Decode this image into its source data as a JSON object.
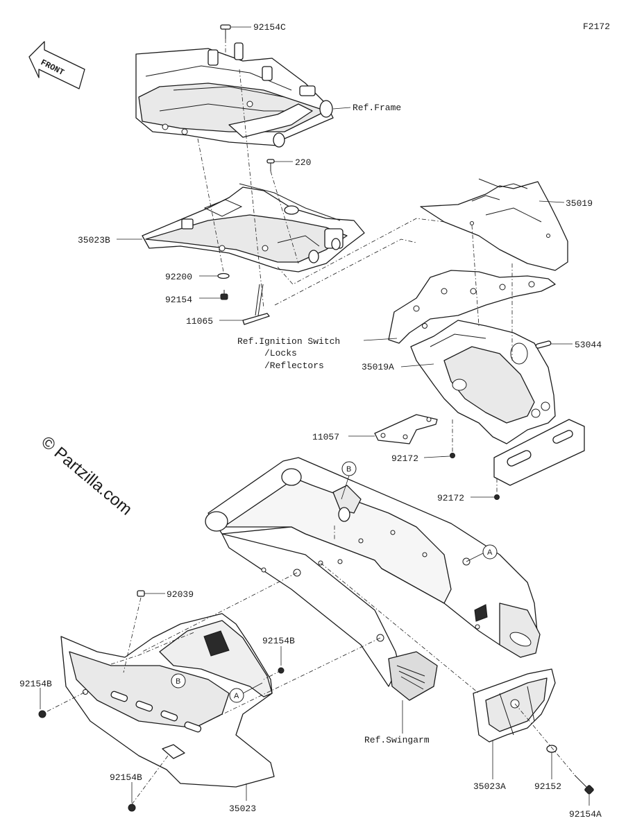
{
  "figure": {
    "code": "F2172",
    "front_arrow": "FRONT",
    "watermark": "© Partzilla.com"
  },
  "part_labels": [
    {
      "id": "92154C",
      "text": "92154C"
    },
    {
      "id": "ref-frame",
      "text": "Ref.Frame"
    },
    {
      "id": "220",
      "text": "220"
    },
    {
      "id": "35019",
      "text": "35019"
    },
    {
      "id": "35023B",
      "text": "35023B"
    },
    {
      "id": "92200",
      "text": "92200"
    },
    {
      "id": "92154",
      "text": "92154"
    },
    {
      "id": "11065",
      "text": "11065"
    },
    {
      "id": "ref-ignition",
      "text": "Ref.Ignition Switch"
    },
    {
      "id": "locks",
      "text": "/Locks"
    },
    {
      "id": "reflectors",
      "text": "/Reflectors"
    },
    {
      "id": "53044",
      "text": "53044"
    },
    {
      "id": "35019A",
      "text": "35019A"
    },
    {
      "id": "11057",
      "text": "11057"
    },
    {
      "id": "92172-a",
      "text": "92172"
    },
    {
      "id": "92172-b",
      "text": "92172"
    },
    {
      "id": "92039",
      "text": "92039"
    },
    {
      "id": "92154B-a",
      "text": "92154B"
    },
    {
      "id": "92154B-b",
      "text": "92154B"
    },
    {
      "id": "92154B-c",
      "text": "92154B"
    },
    {
      "id": "ref-swingarm",
      "text": "Ref.Swingarm"
    },
    {
      "id": "35023",
      "text": "35023"
    },
    {
      "id": "35023A",
      "text": "35023A"
    },
    {
      "id": "92152",
      "text": "92152"
    },
    {
      "id": "92154A",
      "text": "92154A"
    }
  ],
  "reference_markers": [
    {
      "id": "A-swingarm",
      "text": "A"
    },
    {
      "id": "B-swingarm",
      "text": "B"
    },
    {
      "id": "A-guard",
      "text": "A"
    },
    {
      "id": "B-guard",
      "text": "B"
    }
  ]
}
